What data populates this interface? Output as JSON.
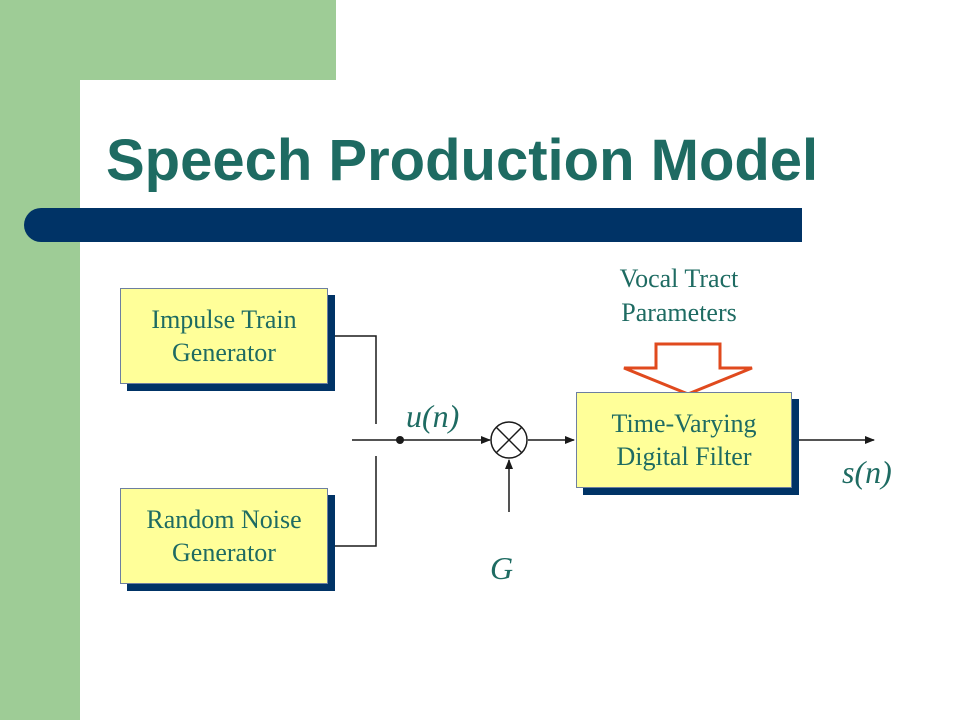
{
  "slide": {
    "title": "Speech Production Model",
    "colors": {
      "background": "#ffffff",
      "side_band": "#9ecc96",
      "title_text": "#1e6b62",
      "title_rule": "#003366",
      "block_fill": "#ffff99",
      "block_shadow": "#003366",
      "label_text": "#1e6b62",
      "wires": "#1a1a1a",
      "parameter_arrow": "#e04a1e"
    }
  },
  "diagram": {
    "impulse_train_block": "Impulse Train\nGenerator",
    "random_noise_block": "Random Noise\nGenerator",
    "filter_block": "Time-Varying\nDigital Filter",
    "vocal_tract_label": "Vocal Tract\nParameters",
    "excitation_label": "u(n)",
    "output_label": "s(n)",
    "gain_label": "G",
    "multiplier_icon": "circle-cross-multiplier",
    "switch_icon": "selector-switch"
  }
}
